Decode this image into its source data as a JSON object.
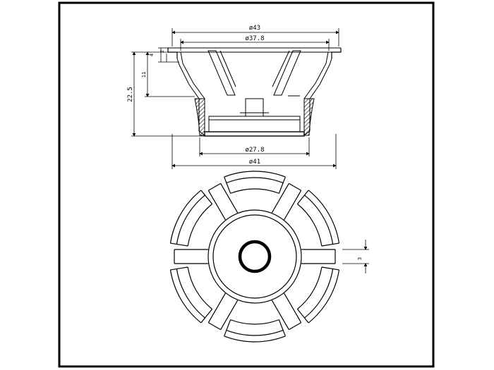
{
  "dimensions": {
    "outer_diameter": "ø43",
    "flange_diameter": "ø37.8",
    "magnet_diameter": "ø27.8",
    "basket_diameter": "ø41",
    "total_depth": "22.5",
    "cone_depth": "11",
    "flange_height": "4",
    "lip_height": "2",
    "spoke_width": "3"
  }
}
